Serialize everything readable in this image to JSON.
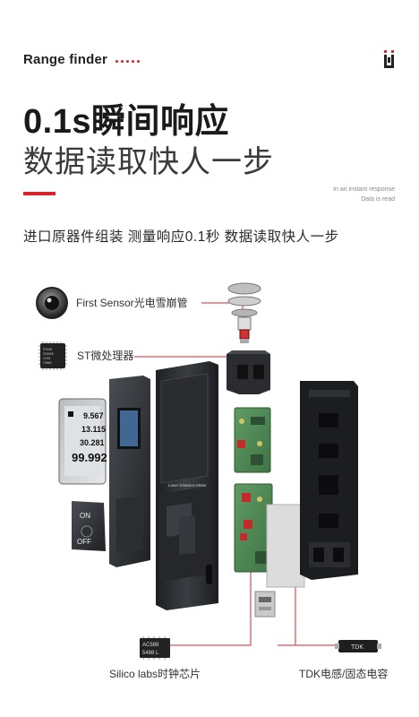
{
  "header": {
    "brand": "Range finder"
  },
  "hero": {
    "title": "0.1s瞬间响应",
    "subtitle": "数据读取快人一步",
    "note_line1": "In an instant response",
    "note_line2": "Data is read"
  },
  "intro": {
    "text": "进口原器件组装 测量响应0.1秒 数据读取快人一步"
  },
  "device": {
    "screen_values": [
      "9.567",
      "13.115",
      "30.281",
      "99.992"
    ],
    "front_label": "Laser Distance Meter",
    "on_key": "ON",
    "off_key": "OFF",
    "chip_text_st": [
      "STM32",
      "G030K6",
      "CH32",
      "T3H60"
    ],
    "chip_text_silico": [
      "AC588",
      "5488 L"
    ],
    "chip_text_tdk": "TDK"
  },
  "callouts": [
    {
      "name": "first-sensor",
      "text": "First  Sensor光电雪崩管"
    },
    {
      "name": "st-processor",
      "text": "ST微处理器"
    },
    {
      "name": "silico-clock",
      "text": "Silico labs时钟芯片"
    },
    {
      "name": "tdk-inductor",
      "text": "TDK电感/固态电容"
    }
  ],
  "colors": {
    "accent": "#d6262c",
    "text_dark": "#1a1a1a",
    "device_body": "#2b2d30"
  }
}
